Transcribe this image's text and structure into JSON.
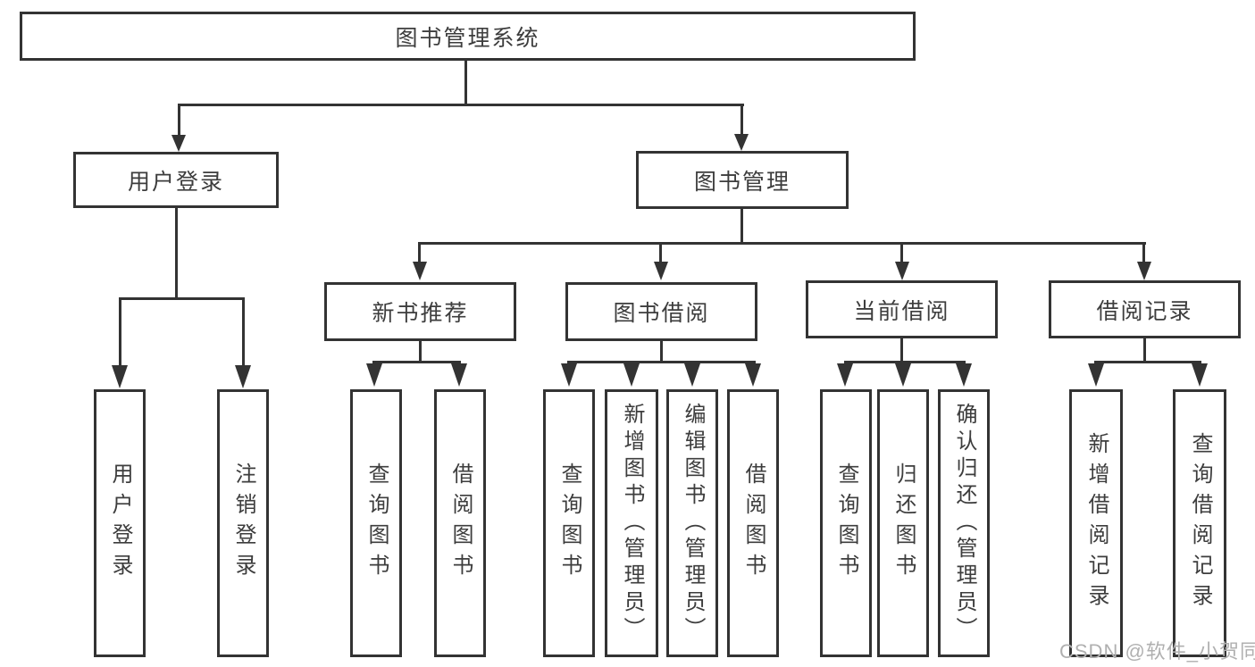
{
  "diagram": {
    "root": {
      "label": "图书管理系统"
    },
    "level2": [
      {
        "label": "用户登录"
      },
      {
        "label": "图书管理"
      }
    ],
    "level3": [
      {
        "label": "新书推荐"
      },
      {
        "label": "图书借阅"
      },
      {
        "label": "当前借阅"
      },
      {
        "label": "借阅记录"
      }
    ],
    "leaves": [
      {
        "label": "用户登录"
      },
      {
        "label": "注销登录"
      },
      {
        "label": "查询图书"
      },
      {
        "label": "借阅图书"
      },
      {
        "label": "查询图书"
      },
      {
        "label": "新增图书（管理员）"
      },
      {
        "label": "编辑图书（管理员）"
      },
      {
        "label": "借阅图书"
      },
      {
        "label": "查询图书"
      },
      {
        "label": "归还图书"
      },
      {
        "label": "确认归还（管理员）"
      },
      {
        "label": "新增借阅记录"
      },
      {
        "label": "查询借阅记录"
      }
    ],
    "watermark": "CSDN @软件_小贺同学",
    "colors": {
      "line": "#333333",
      "text": "#3d3d3d",
      "watermark": "#b0b0b0",
      "background": "#ffffff"
    }
  }
}
